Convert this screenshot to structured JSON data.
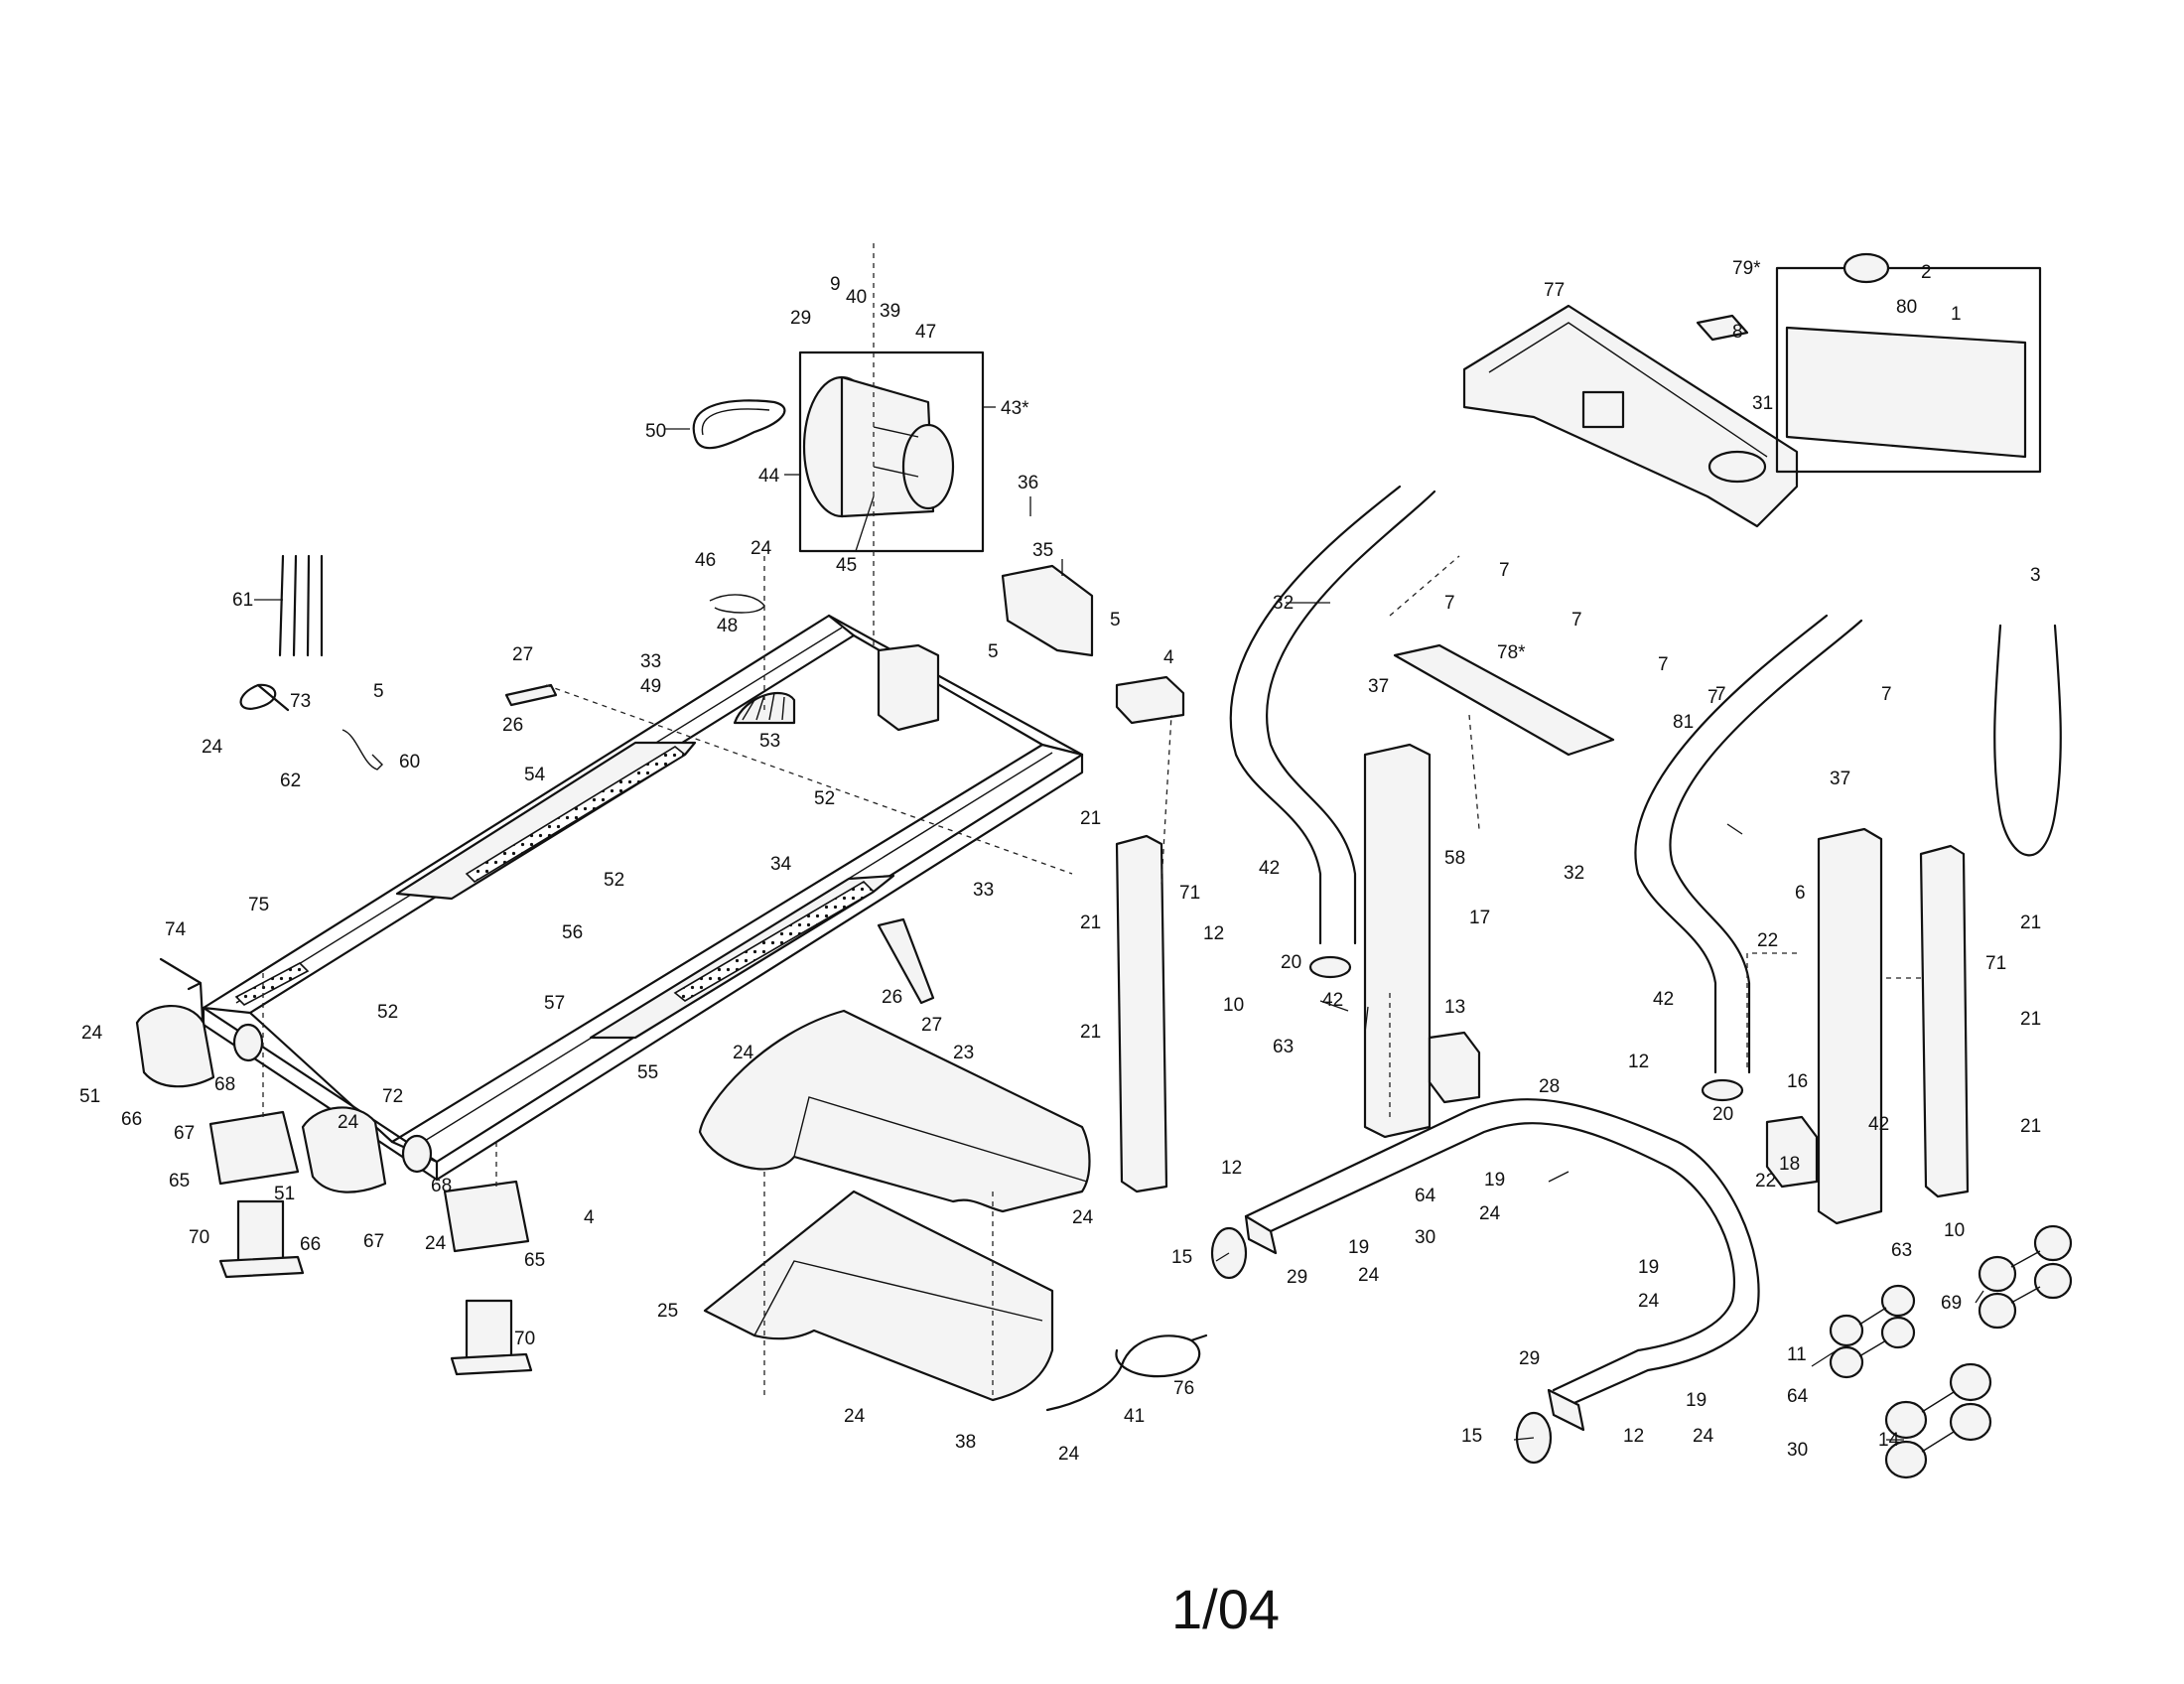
{
  "page_number": "1/04",
  "callouts": [
    {
      "text": "9"
    },
    {
      "text": "40"
    },
    {
      "text": "39"
    },
    {
      "text": "29"
    },
    {
      "text": "47"
    },
    {
      "text": "50"
    },
    {
      "text": "43*"
    },
    {
      "text": "44"
    },
    {
      "text": "36"
    },
    {
      "text": "45"
    },
    {
      "text": "24"
    },
    {
      "text": "46"
    },
    {
      "text": "48"
    },
    {
      "text": "35"
    },
    {
      "text": "61"
    },
    {
      "text": "5"
    },
    {
      "text": "5"
    },
    {
      "text": "4"
    },
    {
      "text": "27"
    },
    {
      "text": "33"
    },
    {
      "text": "49"
    },
    {
      "text": "73"
    },
    {
      "text": "5"
    },
    {
      "text": "26"
    },
    {
      "text": "53"
    },
    {
      "text": "24"
    },
    {
      "text": "60"
    },
    {
      "text": "62"
    },
    {
      "text": "54"
    },
    {
      "text": "52"
    },
    {
      "text": "52"
    },
    {
      "text": "33"
    },
    {
      "text": "34"
    },
    {
      "text": "75"
    },
    {
      "text": "74"
    },
    {
      "text": "56"
    },
    {
      "text": "26"
    },
    {
      "text": "27"
    },
    {
      "text": "52"
    },
    {
      "text": "57"
    },
    {
      "text": "24"
    },
    {
      "text": "55"
    },
    {
      "text": "24"
    },
    {
      "text": "23"
    },
    {
      "text": "68"
    },
    {
      "text": "51"
    },
    {
      "text": "66"
    },
    {
      "text": "67"
    },
    {
      "text": "72"
    },
    {
      "text": "65"
    },
    {
      "text": "24"
    },
    {
      "text": "68"
    },
    {
      "text": "51"
    },
    {
      "text": "24"
    },
    {
      "text": "4"
    },
    {
      "text": "70"
    },
    {
      "text": "66"
    },
    {
      "text": "67"
    },
    {
      "text": "65"
    },
    {
      "text": "24"
    },
    {
      "text": "25"
    },
    {
      "text": "70"
    },
    {
      "text": "76"
    },
    {
      "text": "24"
    },
    {
      "text": "41"
    },
    {
      "text": "38"
    },
    {
      "text": "24"
    },
    {
      "text": "21"
    },
    {
      "text": "71"
    },
    {
      "text": "21"
    },
    {
      "text": "21"
    },
    {
      "text": "77"
    },
    {
      "text": "79*"
    },
    {
      "text": "2"
    },
    {
      "text": "80"
    },
    {
      "text": "1"
    },
    {
      "text": "8"
    },
    {
      "text": "31"
    },
    {
      "text": "32"
    },
    {
      "text": "7"
    },
    {
      "text": "7"
    },
    {
      "text": "7"
    },
    {
      "text": "7"
    },
    {
      "text": "7"
    },
    {
      "text": "7"
    },
    {
      "text": "3"
    },
    {
      "text": "37"
    },
    {
      "text": "78*"
    },
    {
      "text": "81"
    },
    {
      "text": "7"
    },
    {
      "text": "58"
    },
    {
      "text": "42"
    },
    {
      "text": "12"
    },
    {
      "text": "17"
    },
    {
      "text": "20"
    },
    {
      "text": "10"
    },
    {
      "text": "42"
    },
    {
      "text": "13"
    },
    {
      "text": "63"
    },
    {
      "text": "37"
    },
    {
      "text": "6"
    },
    {
      "text": "32"
    },
    {
      "text": "22"
    },
    {
      "text": "71"
    },
    {
      "text": "21"
    },
    {
      "text": "21"
    },
    {
      "text": "42"
    },
    {
      "text": "12"
    },
    {
      "text": "16"
    },
    {
      "text": "20"
    },
    {
      "text": "21"
    },
    {
      "text": "42"
    },
    {
      "text": "28"
    },
    {
      "text": "12"
    },
    {
      "text": "19"
    },
    {
      "text": "64"
    },
    {
      "text": "24"
    },
    {
      "text": "19"
    },
    {
      "text": "30"
    },
    {
      "text": "15"
    },
    {
      "text": "29"
    },
    {
      "text": "24"
    },
    {
      "text": "22"
    },
    {
      "text": "18"
    },
    {
      "text": "63"
    },
    {
      "text": "10"
    },
    {
      "text": "19"
    },
    {
      "text": "24"
    },
    {
      "text": "69"
    },
    {
      "text": "11"
    },
    {
      "text": "29"
    },
    {
      "text": "64"
    },
    {
      "text": "19"
    },
    {
      "text": "24"
    },
    {
      "text": "15"
    },
    {
      "text": "12"
    },
    {
      "text": "30"
    },
    {
      "text": "14"
    }
  ]
}
